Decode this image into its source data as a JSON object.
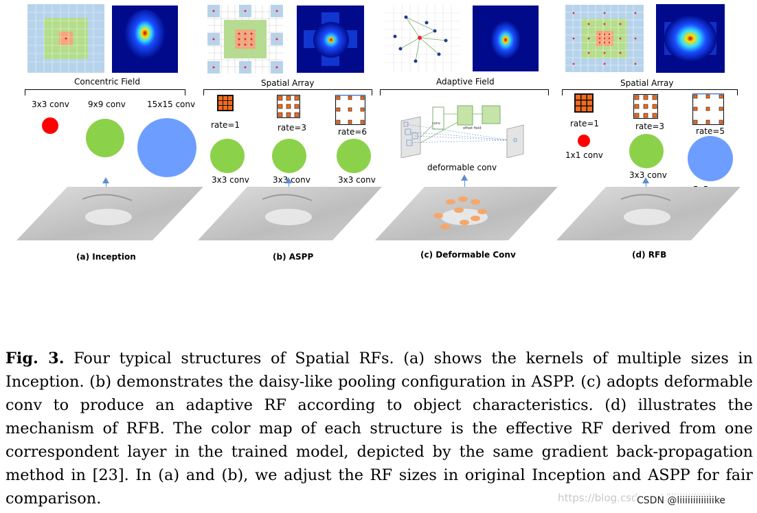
{
  "panels": [
    {
      "section_title": "Concentric Field",
      "labels": [
        "3x3 conv",
        "9x9 conv",
        "15x15 conv"
      ],
      "caption": "(a) Inception"
    },
    {
      "section_title": "Spatial Array",
      "rates": [
        "rate=1",
        "rate=3",
        "rate=6"
      ],
      "convs": [
        "3x3 conv",
        "3x3 conv",
        "3x3 conv"
      ],
      "caption": "(b) ASPP"
    },
    {
      "section_title": "Adaptive Field",
      "diagram_labels": [
        "conv",
        "offset field"
      ],
      "label": "deformable conv",
      "caption": "(c) Deformable Conv"
    },
    {
      "section_title": "Spatial Array",
      "rates": [
        "rate=1",
        "rate=3",
        "rate=5"
      ],
      "convs": [
        "1x1 conv",
        "3x3 conv",
        "5x5 conv"
      ],
      "caption": "(d) RFB"
    }
  ],
  "figure_caption": {
    "label": "Fig. 3.",
    "text": " Four typical structures of Spatial RFs. (a) shows the kernels of multiple sizes in Inception. (b) demonstrates the daisy-like pooling configuration in ASPP. (c) adopts deformable conv to produce an adaptive RF according to object characteristics. (d) illustrates the mechanism of RFB. The color map of each structure is the effective RF derived from one correspondent layer in the trained model, depicted by the same gradient back-propagation method in [23]. In (a) and (b), we adjust the RF sizes in original Inception and ASPP for fair comparison."
  },
  "watermark": {
    "url": "https://blog.csdn.net/liiiiiiiiiiiiike",
    "credit": "CSDN @liiiiiiiiiiiiike"
  },
  "colors": {
    "red": "#ff0000",
    "green": "#8cd14a",
    "blue": "#6d9eff",
    "orange": "#f46b1b",
    "grid_blue": "#b7d3ec",
    "grid_green": "#b4dd8c",
    "arrow": "#5b8fd1"
  }
}
